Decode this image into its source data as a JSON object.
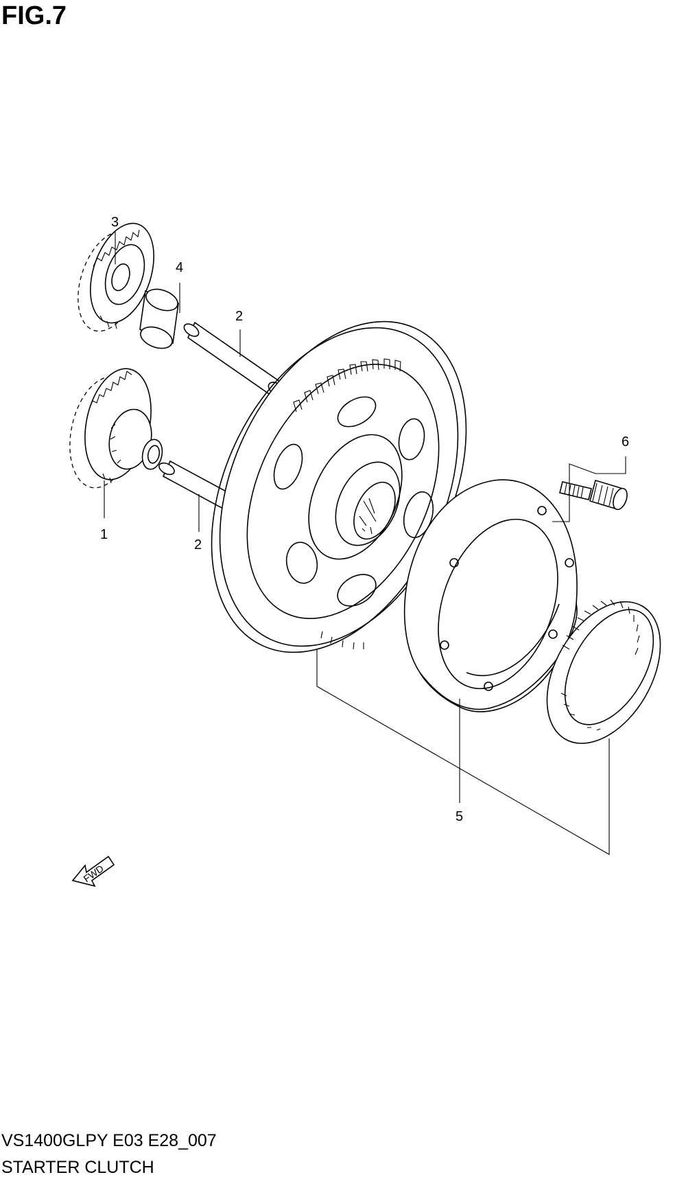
{
  "figure": {
    "title": "FIG.7"
  },
  "footer": {
    "model_code": "VS1400GLPY E03 E28_007",
    "section_name": "STARTER CLUTCH"
  },
  "callouts": {
    "c1": "1",
    "c2a": "2",
    "c2b": "2",
    "c3": "3",
    "c4": "4",
    "c5": "5",
    "c6": "6"
  },
  "direction_arrow": {
    "label": "FWD"
  }
}
